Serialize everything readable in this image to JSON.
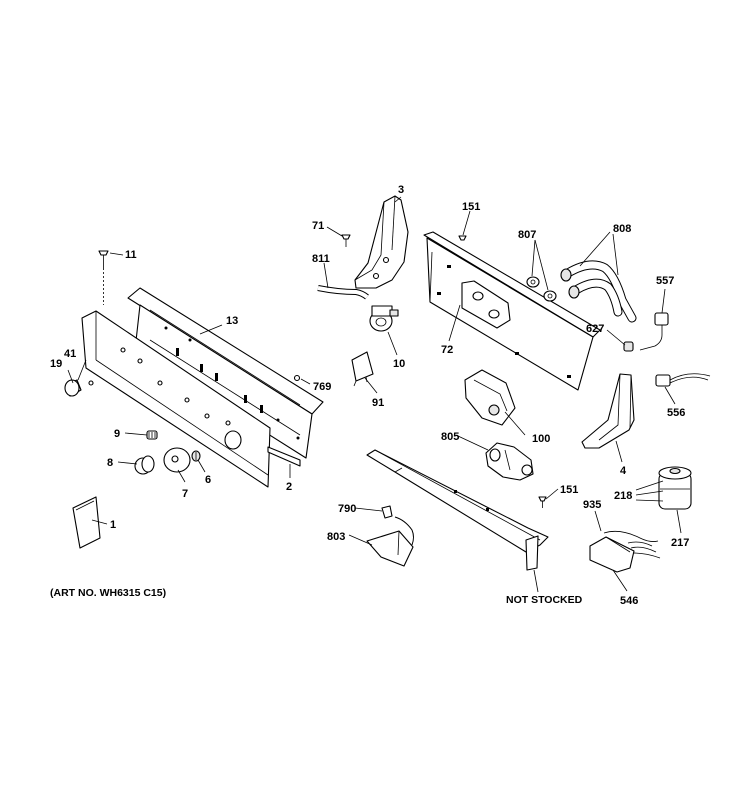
{
  "diagram": {
    "art_number": "(ART NO. WH6315 C15)",
    "not_stocked": "NOT STOCKED",
    "callouts": {
      "c1": "1",
      "c2": "2",
      "c3": "3",
      "c4": "4",
      "c6": "6",
      "c7": "7",
      "c8": "8",
      "c9": "9",
      "c10": "10",
      "c11": "11",
      "c13": "13",
      "c19": "19",
      "c41": "41",
      "c71": "71",
      "c72": "72",
      "c91": "91",
      "c100": "100",
      "c151a": "151",
      "c151b": "151",
      "c217": "217",
      "c218": "218",
      "c546": "546",
      "c556": "556",
      "c557": "557",
      "c627": "627",
      "c769": "769",
      "c790": "790",
      "c803": "803",
      "c805": "805",
      "c807": "807",
      "c808": "808",
      "c811": "811",
      "c935": "935"
    }
  }
}
